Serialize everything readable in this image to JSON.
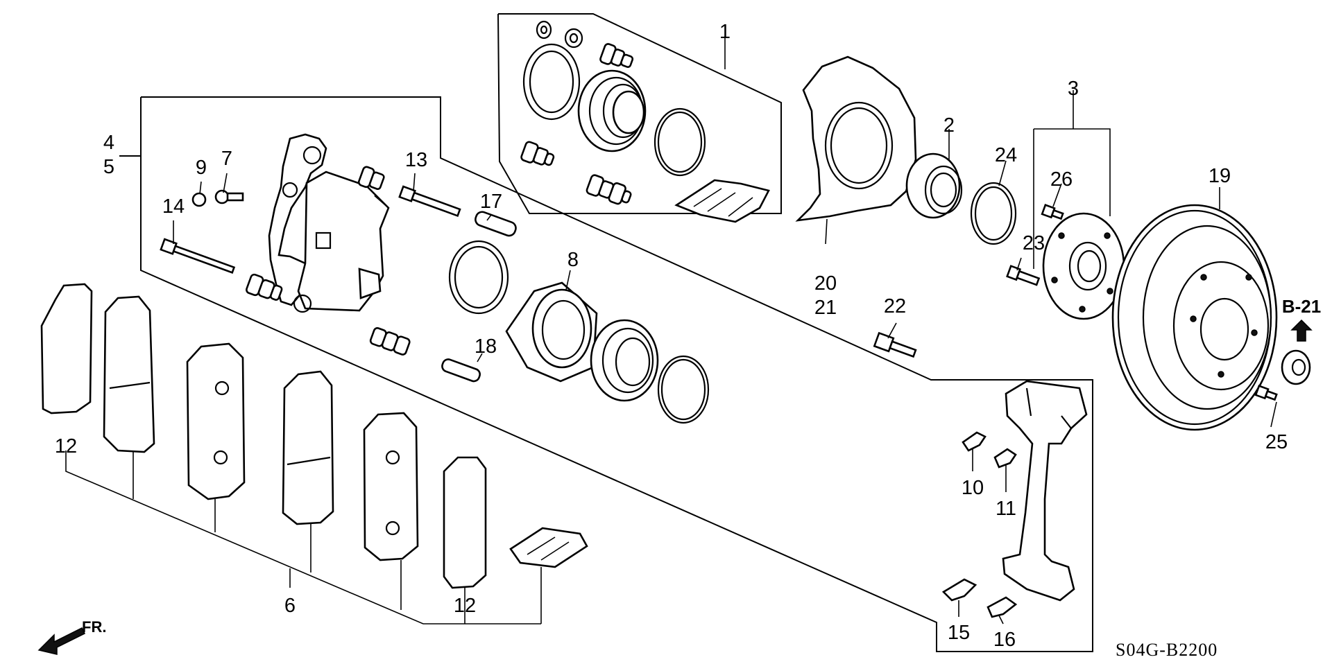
{
  "diagram_code": "S04G-B2200",
  "reference": "B-21",
  "front_marker": "FR.",
  "callouts": [
    {
      "id": "c1",
      "text": "1"
    },
    {
      "id": "c2",
      "text": "2"
    },
    {
      "id": "c3",
      "text": "3"
    },
    {
      "id": "c4",
      "text": "4"
    },
    {
      "id": "c5",
      "text": "5"
    },
    {
      "id": "c6",
      "text": "6"
    },
    {
      "id": "c7",
      "text": "7"
    },
    {
      "id": "c8",
      "text": "8"
    },
    {
      "id": "c9",
      "text": "9"
    },
    {
      "id": "c10",
      "text": "10"
    },
    {
      "id": "c11",
      "text": "11"
    },
    {
      "id": "c12a",
      "text": "12"
    },
    {
      "id": "c12b",
      "text": "12"
    },
    {
      "id": "c13",
      "text": "13"
    },
    {
      "id": "c14",
      "text": "14"
    },
    {
      "id": "c15",
      "text": "15"
    },
    {
      "id": "c16",
      "text": "16"
    },
    {
      "id": "c17",
      "text": "17"
    },
    {
      "id": "c18",
      "text": "18"
    },
    {
      "id": "c19",
      "text": "19"
    },
    {
      "id": "c20",
      "text": "20"
    },
    {
      "id": "c21",
      "text": "21"
    },
    {
      "id": "c22",
      "text": "22"
    },
    {
      "id": "c23",
      "text": "23"
    },
    {
      "id": "c24",
      "text": "24"
    },
    {
      "id": "c25",
      "text": "25"
    },
    {
      "id": "c26",
      "text": "26"
    }
  ]
}
